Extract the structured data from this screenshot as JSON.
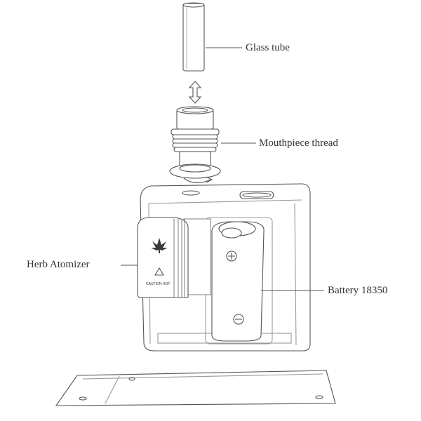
{
  "labels": {
    "glass_tube": "Glass tube",
    "mouthpiece_thread": "Mouthpiece thread",
    "herb_atomizer": "Herb Atomizer",
    "battery": "Battery 18350",
    "caution": "CAUTION HOT"
  },
  "colors": {
    "line": "#555555",
    "text": "#333333",
    "leaf": "#3a3a3a"
  }
}
